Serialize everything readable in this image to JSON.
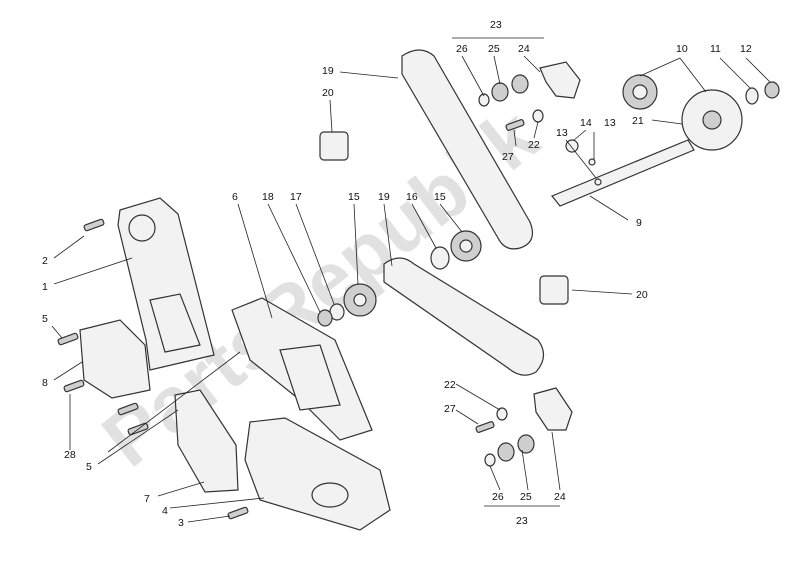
{
  "watermark": "PartsRepublik",
  "callouts": [
    {
      "id": "c23a",
      "text": "23"
    },
    {
      "id": "c26a",
      "text": "26"
    },
    {
      "id": "c25a",
      "text": "25"
    },
    {
      "id": "c24a",
      "text": "24"
    },
    {
      "id": "c10",
      "text": "10"
    },
    {
      "id": "c11",
      "text": "11"
    },
    {
      "id": "c12",
      "text": "12"
    },
    {
      "id": "c19a",
      "text": "19"
    },
    {
      "id": "c20a",
      "text": "20"
    },
    {
      "id": "c21",
      "text": "21"
    },
    {
      "id": "c14",
      "text": "14"
    },
    {
      "id": "c13a",
      "text": "13"
    },
    {
      "id": "c13b",
      "text": "13"
    },
    {
      "id": "c22a",
      "text": "22"
    },
    {
      "id": "c27a",
      "text": "27"
    },
    {
      "id": "c9",
      "text": "9"
    },
    {
      "id": "c6",
      "text": "6"
    },
    {
      "id": "c18",
      "text": "18"
    },
    {
      "id": "c17",
      "text": "17"
    },
    {
      "id": "c15a",
      "text": "15"
    },
    {
      "id": "c19b",
      "text": "19"
    },
    {
      "id": "c16",
      "text": "16"
    },
    {
      "id": "c15b",
      "text": "15"
    },
    {
      "id": "c2",
      "text": "2"
    },
    {
      "id": "c1",
      "text": "1"
    },
    {
      "id": "c20b",
      "text": "20"
    },
    {
      "id": "c5a",
      "text": "5"
    },
    {
      "id": "c8",
      "text": "8"
    },
    {
      "id": "c28",
      "text": "28"
    },
    {
      "id": "c5b",
      "text": "5"
    },
    {
      "id": "c22b",
      "text": "22"
    },
    {
      "id": "c27b",
      "text": "27"
    },
    {
      "id": "c7",
      "text": "7"
    },
    {
      "id": "c4",
      "text": "4"
    },
    {
      "id": "c3",
      "text": "3"
    },
    {
      "id": "c26b",
      "text": "26"
    },
    {
      "id": "c25b",
      "text": "25"
    },
    {
      "id": "c24b",
      "text": "24"
    },
    {
      "id": "c23b",
      "text": "23"
    }
  ]
}
